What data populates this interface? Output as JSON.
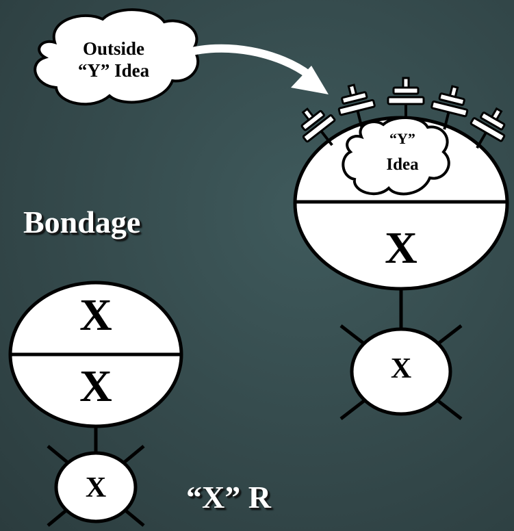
{
  "cloud_outside": {
    "line1": "Outside",
    "line2": "“Y” Idea"
  },
  "cloud_inner": {
    "line1": "“Y”",
    "line2": "Idea"
  },
  "title": "Bondage",
  "right_head": {
    "bottom_letter": "X"
  },
  "right_body": {
    "letter": "X"
  },
  "left_head": {
    "top_letter": "X",
    "bottom_letter": "X"
  },
  "left_body": {
    "letter": "X"
  },
  "caption": "“X” R"
}
